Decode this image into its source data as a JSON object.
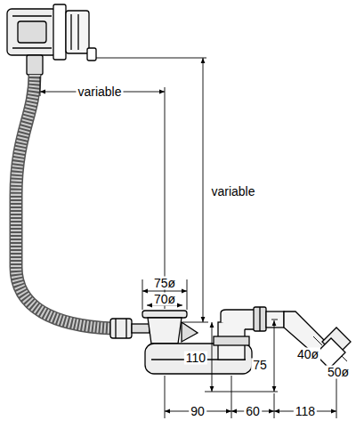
{
  "diagram": {
    "labels": [
      "variable",
      "variable",
      "75ø",
      "70ø",
      "110",
      "75",
      "40ø",
      "50ø",
      "90",
      "60",
      "118"
    ]
  }
}
